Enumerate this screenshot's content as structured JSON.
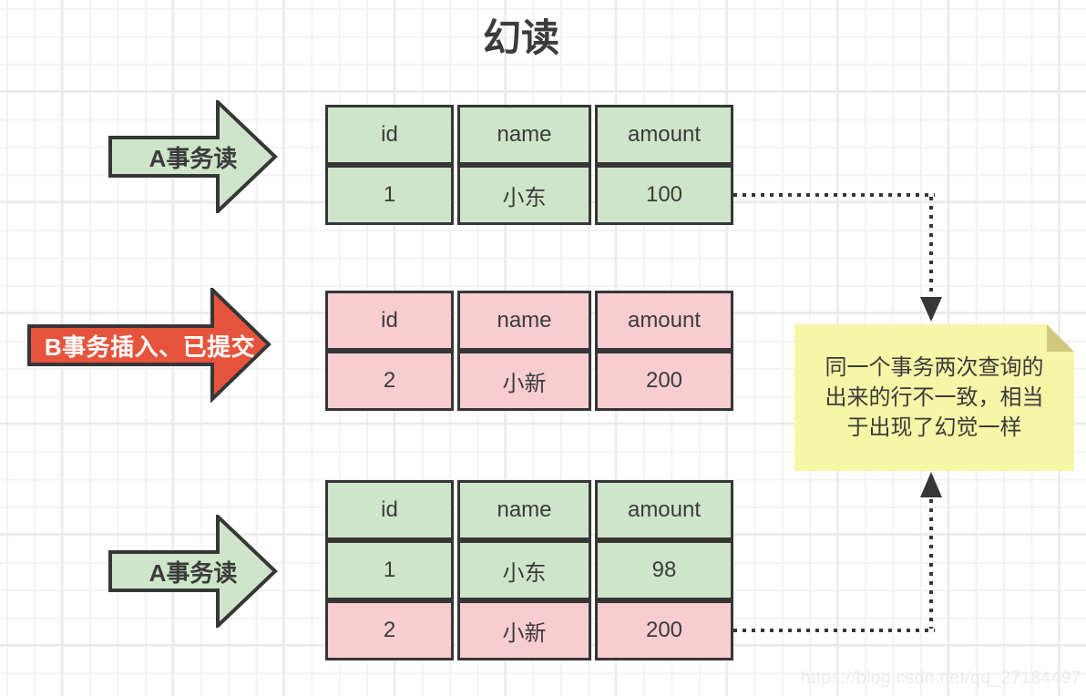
{
  "title": "幻读",
  "colors": {
    "line": "#363636",
    "text": "#3b3b3b",
    "green": "#cfe5c9",
    "pink": "#f8cdd2",
    "red": "#e6543e",
    "note-bg": "#f6f6a7",
    "note-fold": "#cdc87b",
    "grid-minor": "#f2f2f2",
    "grid-major": "#e9e9e9",
    "watermark": "#ebebeb"
  },
  "steps": {
    "read1": {
      "label": "A事务读"
    },
    "insert": {
      "label": "B事务插入、已提交"
    },
    "read2": {
      "label": "A事务读"
    }
  },
  "tables": {
    "first": {
      "headers": [
        "id",
        "name",
        "amount"
      ],
      "rows": [
        [
          "1",
          "小东",
          "100"
        ]
      ]
    },
    "second": {
      "headers": [
        "id",
        "name",
        "amount"
      ],
      "rows": [
        [
          "2",
          "小新",
          "200"
        ]
      ]
    },
    "third": {
      "headers": [
        "id",
        "name",
        "amount"
      ],
      "rows": [
        [
          "1",
          "小东",
          "98"
        ],
        [
          "2",
          "小新",
          "200"
        ]
      ]
    }
  },
  "note": {
    "lines": [
      "同一个事务两次查询的",
      "出来的行不一致，相当",
      "于出现了幻觉一样"
    ]
  },
  "watermark": "https://blog.csdn.net/qq_27184497"
}
